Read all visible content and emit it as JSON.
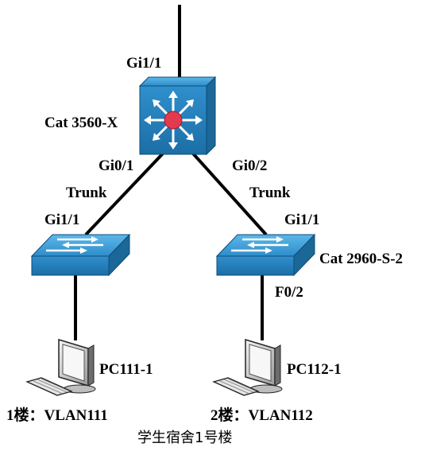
{
  "core_switch": {
    "name": "Cat 3560-X",
    "uplink_port": "Gi1/1",
    "left_port": "Gi0/1",
    "right_port": "Gi0/2"
  },
  "links": {
    "left_mode": "Trunk",
    "right_mode": "Trunk"
  },
  "left_switch": {
    "uplink_port": "Gi1/1"
  },
  "right_switch": {
    "name": "Cat 2960-S-2",
    "uplink_port": "Gi1/1",
    "access_port": "F0/2"
  },
  "left_pc": {
    "name": "PC111-1",
    "caption": "1楼：VLAN111"
  },
  "right_pc": {
    "name": "PC112-1",
    "caption": "2楼：VLAN112"
  },
  "footer_caption": "学生宿舍1号楼",
  "colors": {
    "device_top": "#3d9fd6",
    "device_side": "#1f6e9e",
    "device_front": "#2a86c2",
    "router_center": "#e23a4e",
    "line": "#000000"
  }
}
